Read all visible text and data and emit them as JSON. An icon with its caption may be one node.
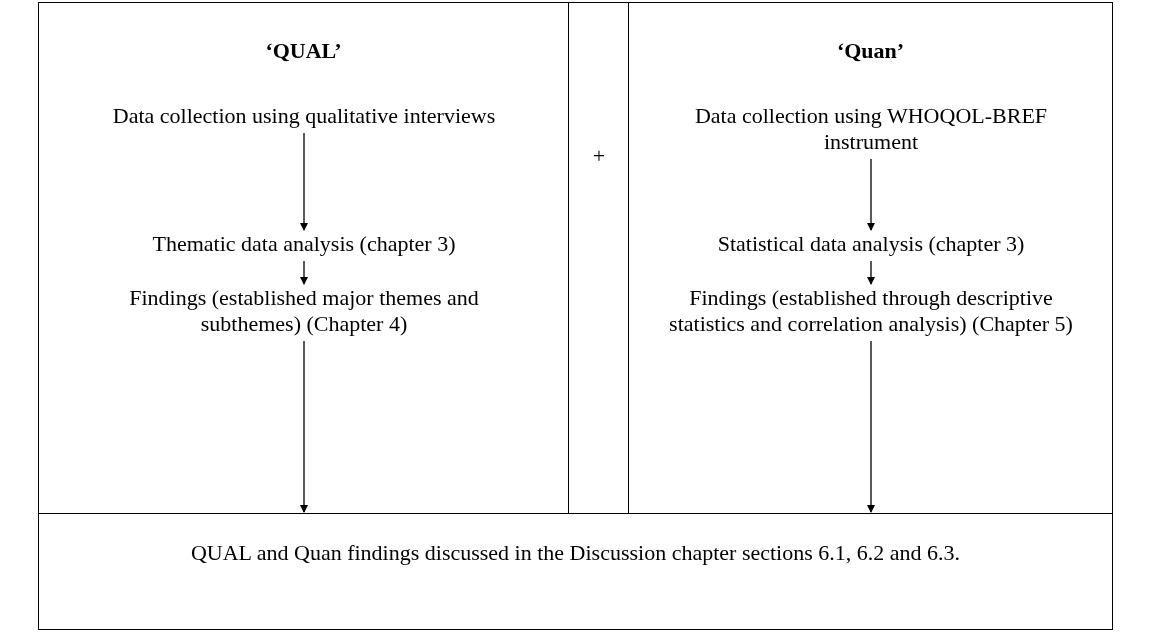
{
  "diagram": {
    "nodes": [
      {
        "text": [
          "‘QUAL’"
        ]
      },
      {
        "text": [
          "Data collection using qualitative interviews"
        ],
        "in": 0
      },
      {
        "text": [
          "Thematic data analysis (chapter 3)"
        ],
        "in": 0
      },
      {
        "text": [
          "Findings (established major themes and subthemes) (Chapter 4)"
        ],
        "in": 0
      },
      {
        "text": [
          "‘Quan’"
        ]
      },
      {
        "text": [
          "Data collection using WHOQOL-BREF instrument"
        ],
        "in": 4
      },
      {
        "text": [
          "Statistical data analysis (chapter 3)"
        ],
        "in": 4
      },
      {
        "text": [
          "Findings  (established through descriptive statistics and correlation analysis) (Chapter 5)"
        ],
        "in": 4
      },
      {
        "text": [
          "QUAL and Quan findings discussed in the Discussion chapter sections 6.1, 6.2 and 6.3."
        ]
      }
    ],
    "edges": [
      {
        "from": 1,
        "to": 2,
        "arrow": "to"
      },
      {
        "from": 2,
        "to": 3,
        "arrow": "to"
      },
      {
        "from": 3,
        "to": 8,
        "arrow": "to"
      },
      {
        "from": 5,
        "to": 6,
        "arrow": "to"
      },
      {
        "from": 6,
        "to": 7,
        "arrow": "to"
      },
      {
        "from": 7,
        "to": 8,
        "arrow": "to"
      }
    ],
    "labels": [
      "+"
    ]
  }
}
